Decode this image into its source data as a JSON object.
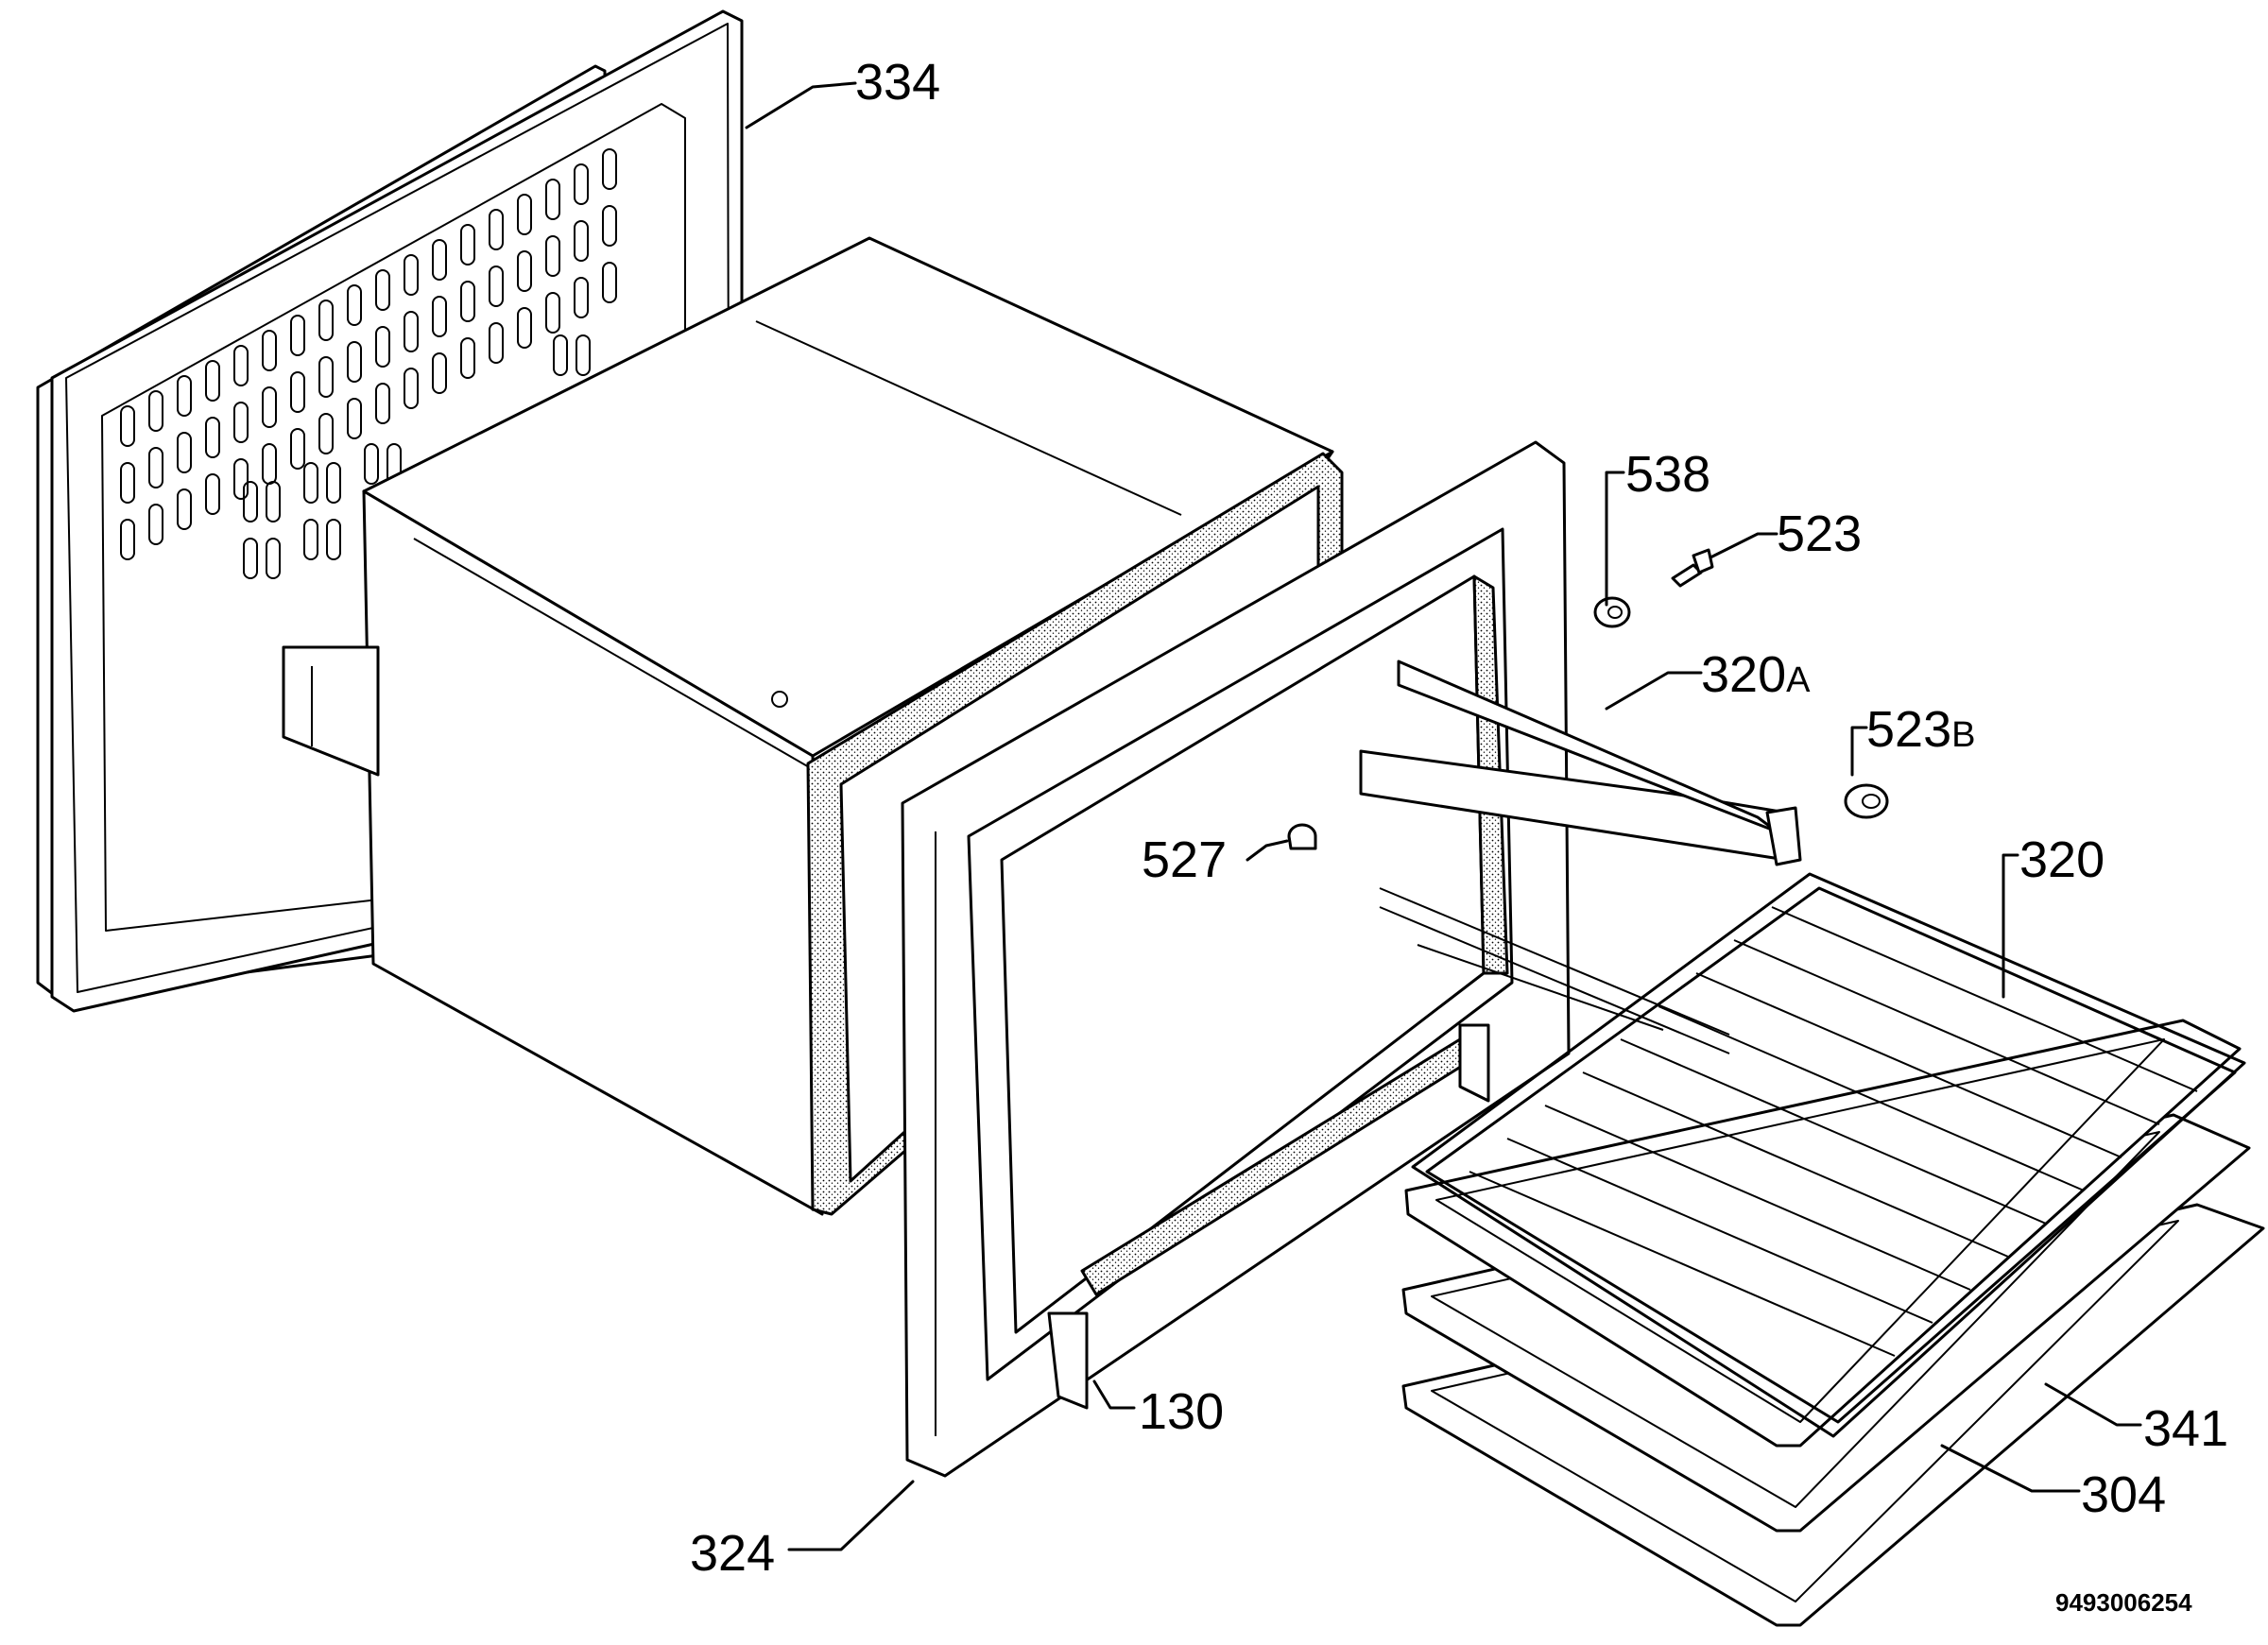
{
  "diagram": {
    "labels": [
      {
        "id": "334",
        "text": "334",
        "suffix": ""
      },
      {
        "id": "538",
        "text": "538",
        "suffix": ""
      },
      {
        "id": "523",
        "text": "523",
        "suffix": ""
      },
      {
        "id": "320A",
        "text": "320",
        "suffix": "A"
      },
      {
        "id": "523B",
        "text": "523",
        "suffix": "B"
      },
      {
        "id": "527",
        "text": "527",
        "suffix": ""
      },
      {
        "id": "320",
        "text": "320",
        "suffix": ""
      },
      {
        "id": "130",
        "text": "130",
        "suffix": ""
      },
      {
        "id": "341",
        "text": "341",
        "suffix": ""
      },
      {
        "id": "304",
        "text": "304",
        "suffix": ""
      },
      {
        "id": "324",
        "text": "324",
        "suffix": ""
      }
    ],
    "drawing_code": "9493006254"
  }
}
